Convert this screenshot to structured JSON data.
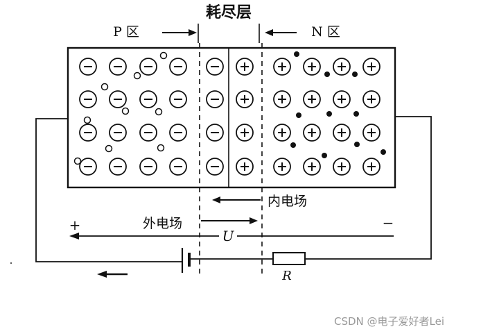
{
  "labels": {
    "depletion_layer": "耗尽层",
    "p_region": "P 区",
    "n_region": "N 区",
    "internal_field": "内电场",
    "external_field": "外电场",
    "voltage_symbol": "U",
    "plus_sign": "+",
    "minus_sign": "−",
    "resistor_symbol": "R"
  },
  "watermark": "CSDN @电子爱好者Lei",
  "ions": {
    "negative_sign": "−",
    "positive_sign": "+"
  },
  "colors": {
    "ink": "#111111",
    "background": "#ffffff",
    "watermark": "#9a9a9a"
  }
}
